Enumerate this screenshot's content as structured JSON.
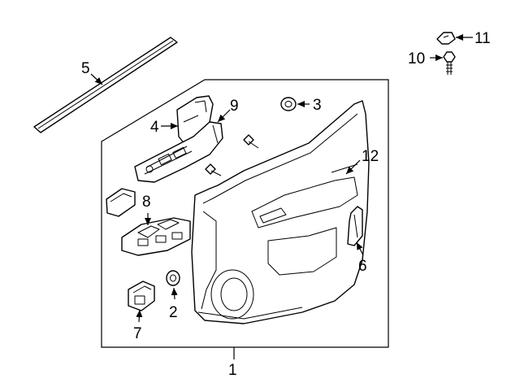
{
  "callouts": {
    "c1": "1",
    "c2": "2",
    "c3": "3",
    "c4": "4",
    "c5": "5",
    "c6": "6",
    "c7": "7",
    "c8": "8",
    "c9": "9",
    "c10": "10",
    "c11": "11",
    "c12": "12"
  },
  "colors": {
    "line": "#000000",
    "background": "#ffffff",
    "shade": "#e6e6e6"
  }
}
